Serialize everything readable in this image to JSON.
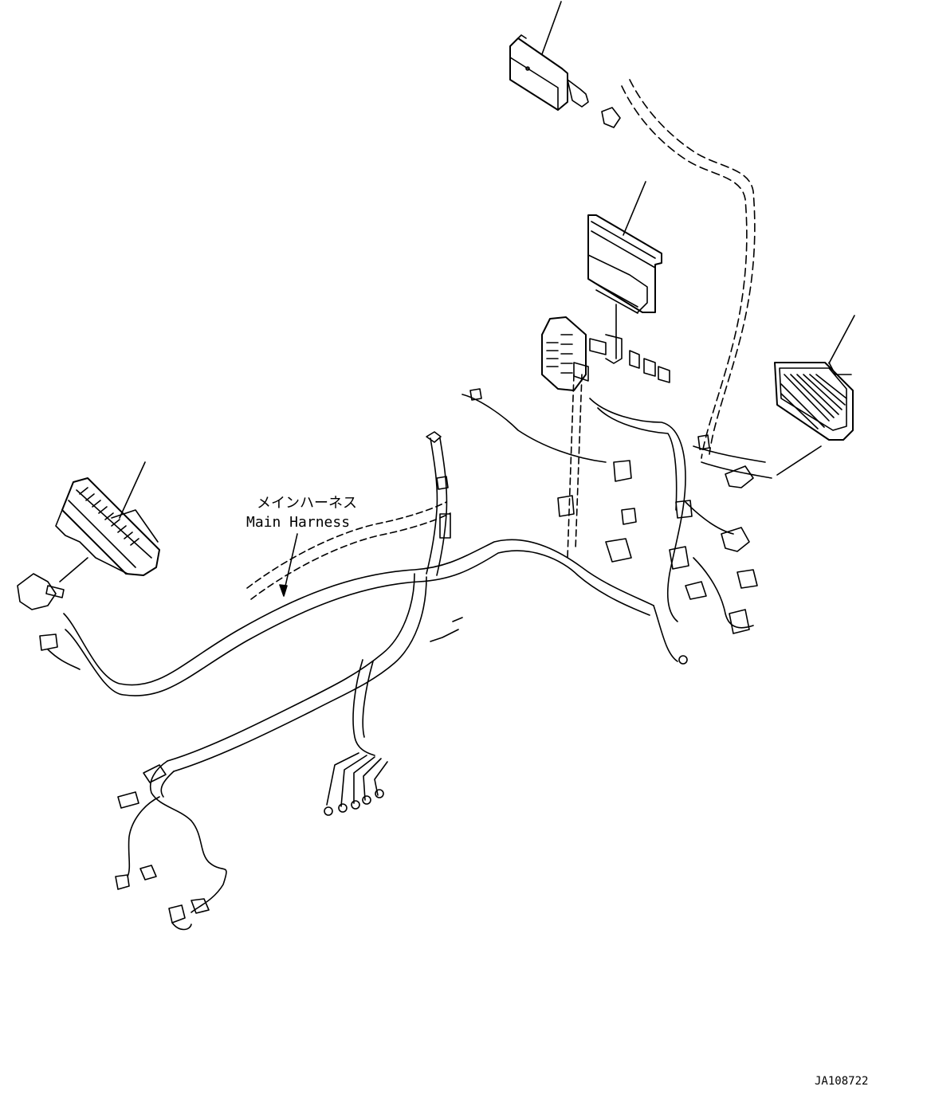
{
  "drawing": {
    "harness_label_jp": "メインハーネス",
    "harness_label_en": "Main Harness",
    "drawing_number": "JA108722"
  },
  "colors": {
    "line": "#000000",
    "background": "#ffffff"
  }
}
